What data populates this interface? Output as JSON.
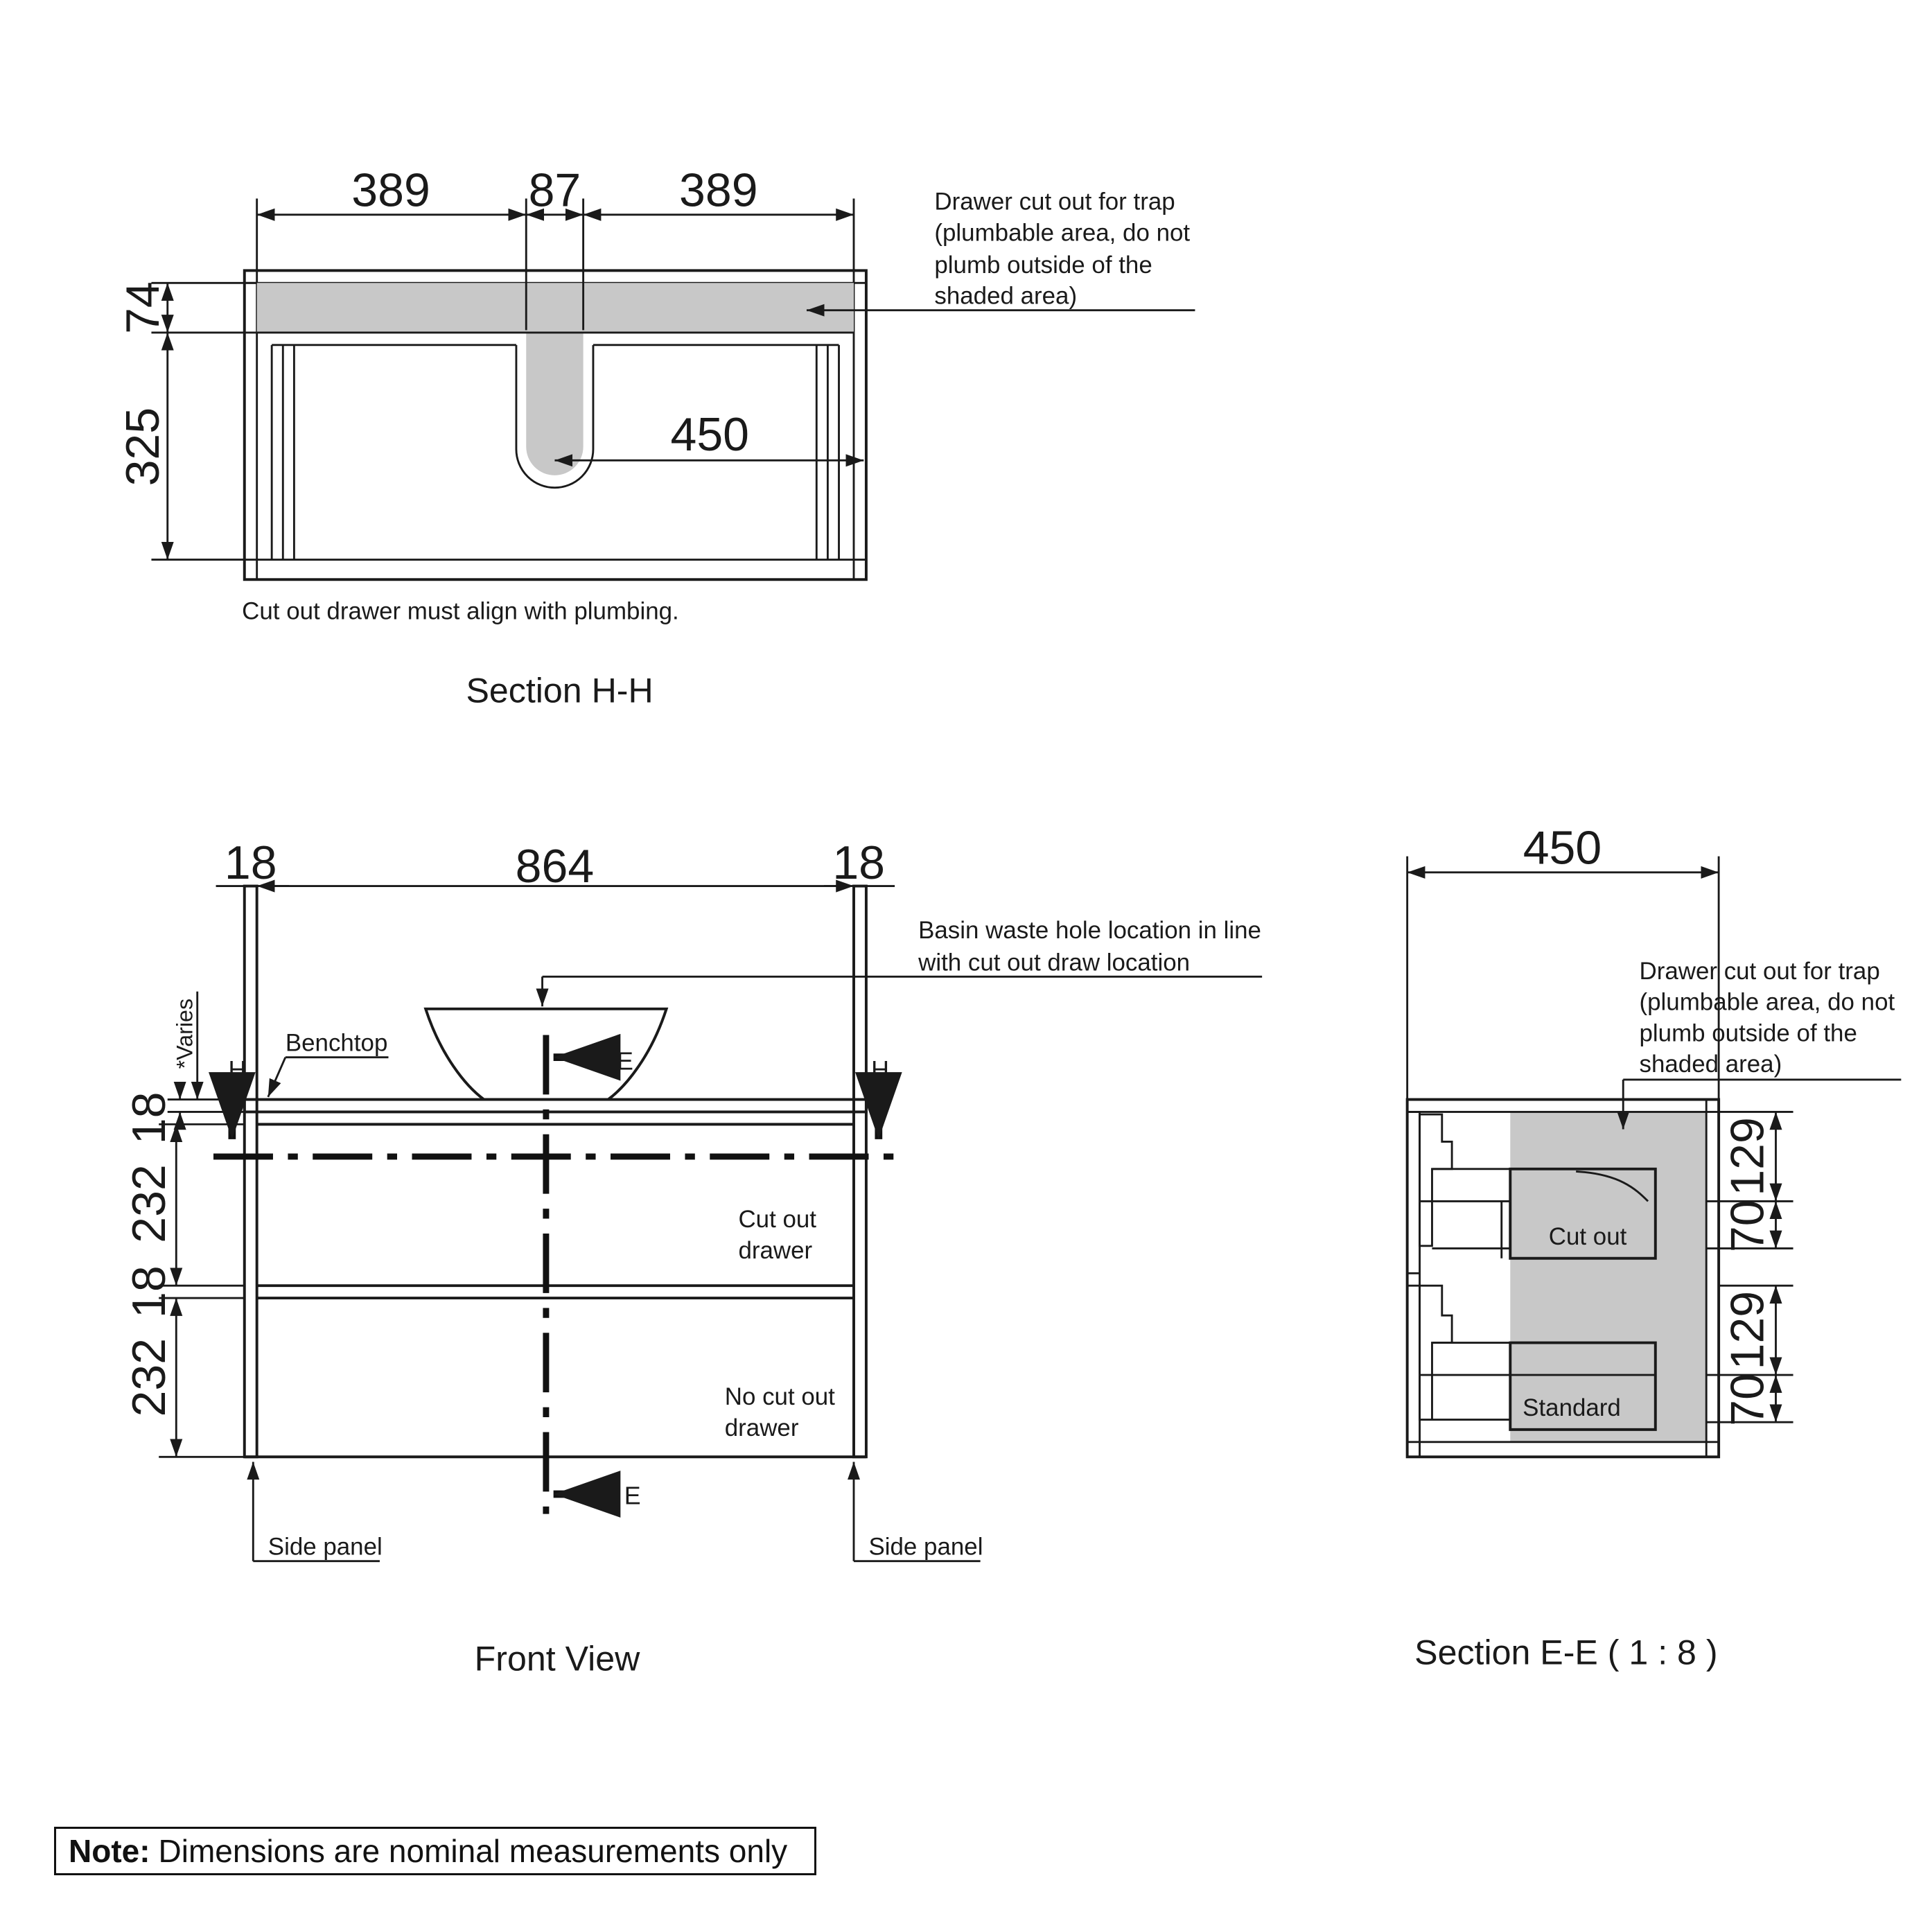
{
  "section_hh": {
    "title": "Section H-H",
    "dims": {
      "left": "389",
      "center": "87",
      "right": "389",
      "top_height": "74",
      "height": "325",
      "depth": "450"
    },
    "callout": [
      "Drawer cut out for trap",
      "(plumbable area, do not",
      "plumb outside of the",
      "shaded area)"
    ],
    "note": "Cut out drawer must align with plumbing."
  },
  "front_view": {
    "title": "Front View",
    "dims": {
      "side_left": "18",
      "width": "864",
      "side_right": "18",
      "varies": "*Varies",
      "benchtop_t": "18",
      "drawer1": "232",
      "gap": "18",
      "drawer2": "232"
    },
    "callout": [
      "Basin waste hole location in line",
      "with cut out draw location"
    ],
    "labels": {
      "benchtop": "Benchtop",
      "section_h": "H",
      "section_e": "E",
      "cut_out_drawer": [
        "Cut out",
        "drawer"
      ],
      "no_cut_out_drawer": [
        "No cut out",
        "drawer"
      ],
      "side_panel": "Side panel"
    }
  },
  "section_ee": {
    "title": "Section E-E ( 1 : 8 )",
    "dims": {
      "depth": "450",
      "upper_a": "129",
      "upper_b": "70",
      "lower_a": "129",
      "lower_b": "70"
    },
    "callout": [
      "Drawer cut out for trap",
      "(plumbable area, do not",
      "plumb outside of the",
      "shaded area)"
    ],
    "labels": {
      "cut_out": "Cut out",
      "standard": "Standard"
    }
  },
  "footer": {
    "note_bold": "Note:",
    "note_text": "Dimensions are nominal measurements only"
  }
}
